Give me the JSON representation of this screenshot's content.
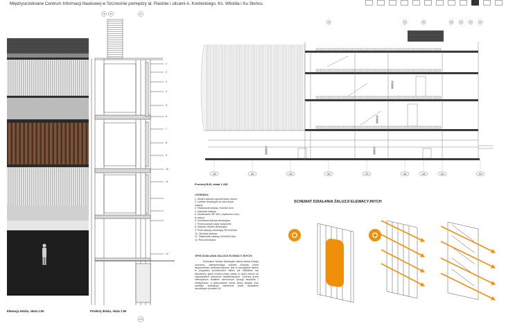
{
  "header": {
    "title": "Międzyuczelniane Centrum Informacji Naukowej w Szczecinie pomiędzy al. Piastów i ulicami A. Kordeckiego, Ks. Witolda i Ku Słońcu."
  },
  "captions": {
    "elevation_detail": "Elewacja detalu, skala 1:50",
    "section_detail": "Przekrój detalu, skala 1:50",
    "section_bb": "Przekrój B-B, skala 1:150",
    "page_number": "270"
  },
  "legend": {
    "title": "LEGENDA:",
    "items": [
      "1. Słupek stalowy ogrodzeniowy 4x4cm",
      "2. Lamele elewacyjne ze stali ocynk-\nowanej",
      "3. Płaskownik stalowy 75x15x0,5cm",
      "4. Kątownik stalowy",
      "5. Dwuteownik IPE 300 z systemem obro-\ntu żaluzji",
      "6. Drewniana żaluzja elewacyjna",
      "7. Przeźroczyste szyby zespolone",
      "8. Stalowy rzepień elewacyjny",
      "9. Profil stalowy zamknięty 20x10x0mm",
      "10. Obróbka stalowa",
      "11. Płaskownik stalowy 100x15x0,5cm",
      "12. Rura drenarska"
    ]
  },
  "description": {
    "title": "OPIS DZIAŁANIA ŻALUZJI ELEWACYJNYCH:",
    "body": "Drewniane żaluzje elewacyjne pełnią ważną funkcję ochronną, zabezpieczając wnętrza budynku przed bezpośrednim nasłonecznieniem, jest to szczególnie istotne w przypadku pomieszczeń takich jak biblioteka czy laboratoria, gdzie komfort pracy zależy w dużej mierze od odpowiednich warunków oświetleniowych. Ochrona przed intensywnym światłem słonecznym sprzyja skupieniu i efektywności, a jednocześnie chroni zbiory książek oraz wrażliwe substancje chemiczne przed działaniem szkodliwych promieni UV."
  },
  "schema": {
    "title": "SCHEMAT DZIAŁANIA ŻALUZJI ELEWACYJNYCH"
  },
  "section_axes": [
    "10B",
    "11B",
    "13B",
    "15B",
    "17B",
    "18B",
    "19B",
    "20B",
    "21B"
  ],
  "section_top_labels": [
    "14",
    "15",
    "16",
    "18",
    "19",
    "20",
    "21"
  ],
  "detail_top_labels": [
    "18",
    "20",
    "21"
  ],
  "detail_markers": [
    "1",
    "2",
    "3",
    "4",
    "5",
    "6",
    "7",
    "8",
    "9",
    "10",
    "11",
    "12"
  ],
  "colors": {
    "accent_orange": "#f0900a",
    "wood": "#6b4a33",
    "roof_dark": "#4a4a4a"
  }
}
